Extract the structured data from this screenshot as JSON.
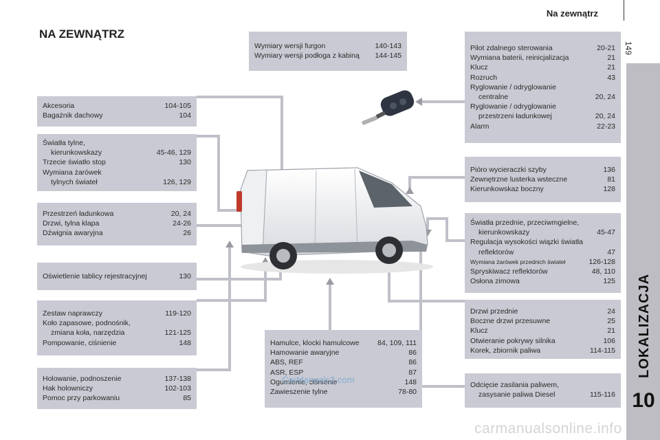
{
  "header": {
    "section_title": "Na zewnątrz",
    "page_number": "149"
  },
  "sidebar": {
    "label": "LOKALIZACJA",
    "chapter_number": "10"
  },
  "page_title": "NA ZEWNĄTRZ",
  "boxes": {
    "top_center": [
      {
        "label": "Wymiary wersji furgon",
        "pages": "140-143"
      },
      {
        "label": "Wymiary wersji podłoga z kabiną",
        "pages": "144-145"
      }
    ],
    "left1": [
      {
        "label": "Akcesoria",
        "pages": "104-105"
      },
      {
        "label": "Bagażnik dachowy",
        "pages": "104"
      }
    ],
    "left2": [
      {
        "label": "Światła tylne,",
        "pages": ""
      },
      {
        "label": "kierunkowskazy",
        "pages": "45-46, 129"
      },
      {
        "label": "Trzecie światło stop",
        "pages": "130"
      },
      {
        "label": "Wymiana żarówek",
        "pages": ""
      },
      {
        "label": "tylnych świateł",
        "pages": "126, 129"
      }
    ],
    "left3": [
      {
        "label": "Przestrzeń ładunkowa",
        "pages": "20, 24"
      },
      {
        "label": "Drzwi, tylna klapa",
        "pages": "24-26"
      },
      {
        "label": "Dźwignia awaryjna",
        "pages": "26"
      }
    ],
    "left4": [
      {
        "label": "Oświetlenie tablicy rejestracyjnej",
        "pages": "130"
      }
    ],
    "left5": [
      {
        "label": "Zestaw naprawczy",
        "pages": "119-120"
      },
      {
        "label": "Koło zapasowe, podnośnik,",
        "pages": ""
      },
      {
        "label": "zmiana koła, narzędzia",
        "pages": "121-125"
      },
      {
        "label": "Pompowanie, ciśnienie",
        "pages": "148"
      }
    ],
    "left6": [
      {
        "label": "Holowanie, podnoszenie",
        "pages": "137-138"
      },
      {
        "label": "Hak holowniczy",
        "pages": "102-103"
      },
      {
        "label": "Pomoc przy parkowaniu",
        "pages": "85"
      }
    ],
    "bottom_center": [
      {
        "label": "Hamulce, klocki hamulcowe",
        "pages": "84, 109, 111"
      },
      {
        "label": "Hamowanie awaryjne",
        "pages": "86"
      },
      {
        "label": "ABS, REF",
        "pages": "86"
      },
      {
        "label": "ASR, ESP",
        "pages": "87"
      },
      {
        "label": "Ogumienie, ciśnienie",
        "pages": "148"
      },
      {
        "label": "Zawieszenie tylne",
        "pages": "78-80"
      }
    ],
    "right1": [
      {
        "label": "Pilot zdalnego sterowania",
        "pages": "20-21"
      },
      {
        "label": "Wymiana baterii, reinicjalizacja",
        "pages": "21"
      },
      {
        "label": "Klucz",
        "pages": "21"
      },
      {
        "label": "Rozruch",
        "pages": "43"
      },
      {
        "label": "Ryglowanie / odryglowanie",
        "pages": ""
      },
      {
        "label": "centralne",
        "pages": "20, 24"
      },
      {
        "label": "Ryglowanie / odryglowanie",
        "pages": ""
      },
      {
        "label": "przestrzeni ładunkowej",
        "pages": "20, 24"
      },
      {
        "label": "Alarm",
        "pages": "22-23"
      }
    ],
    "right2": [
      {
        "label": "Pióro wycieraczki szyby",
        "pages": "136"
      },
      {
        "label": "Zewnętrzne lusterka wsteczne",
        "pages": "81"
      },
      {
        "label": "Kierunkowskaz boczny",
        "pages": "128"
      }
    ],
    "right3": [
      {
        "label": "Światła przednie, przeciwmgielne,",
        "pages": ""
      },
      {
        "label": "kierunkowskazy",
        "pages": "45-47"
      },
      {
        "label": "Regulacja wysokości wiązki światła",
        "pages": ""
      },
      {
        "label": "reflektorów",
        "pages": "47"
      },
      {
        "label": "Wymiana żarówek przednich świateł",
        "pages": "126-128"
      },
      {
        "label": "Spryskiwacz reflektorów",
        "pages": "48, 110"
      },
      {
        "label": "Osłona zimowa",
        "pages": "125"
      }
    ],
    "right4": [
      {
        "label": "Drzwi przednie",
        "pages": "24"
      },
      {
        "label": "Boczne drzwi przesuwne",
        "pages": "25"
      },
      {
        "label": "Klucz",
        "pages": "21"
      },
      {
        "label": "Otwieranie pokrywy silnika",
        "pages": "106"
      },
      {
        "label": "Korek, zbiornik paliwa",
        "pages": "114-115"
      }
    ],
    "right5": [
      {
        "label": "Odcięcie zasilania paliwem,",
        "pages": ""
      },
      {
        "label": "zasysanie paliwa Diesel",
        "pages": "115-116"
      }
    ]
  },
  "watermarks": {
    "overlay": "CarManuals2.com",
    "footer": "carmanualsonline.info"
  },
  "colors": {
    "box_bg": "#c9cad3",
    "sidebar_bg": "#bdbdc3",
    "connector": "#bfc0c9"
  }
}
